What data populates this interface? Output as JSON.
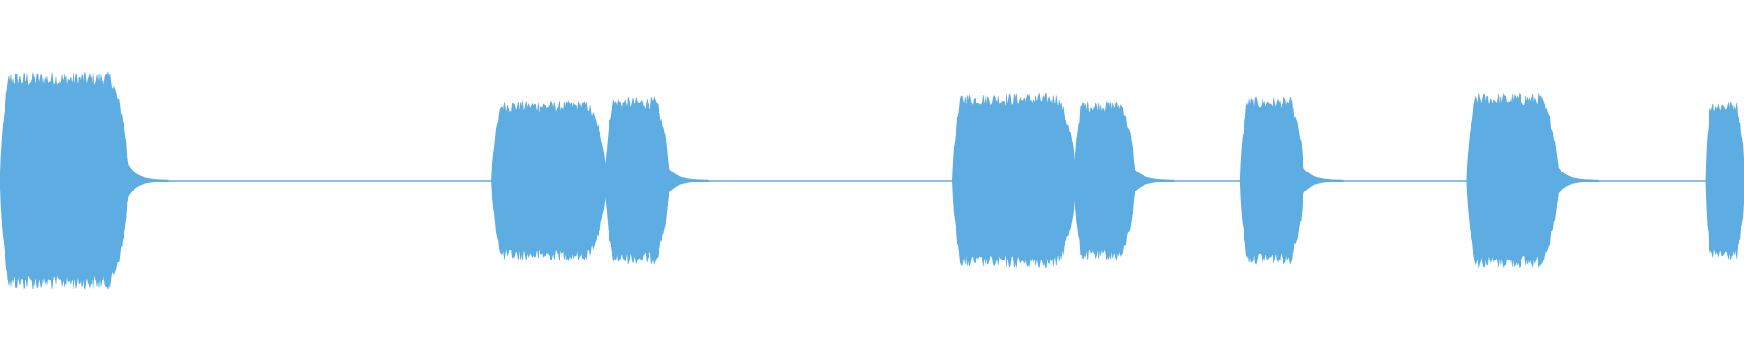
{
  "waveform": {
    "color": "#5dade2",
    "background": "#ffffff",
    "bursts": [
      {
        "start": 0.0,
        "end": 0.073,
        "amplitude": 0.3
      },
      {
        "start": 0.282,
        "end": 0.347,
        "amplitude": 0.22
      },
      {
        "start": 0.347,
        "end": 0.383,
        "amplitude": 0.23
      },
      {
        "start": 0.546,
        "end": 0.616,
        "amplitude": 0.24
      },
      {
        "start": 0.616,
        "end": 0.65,
        "amplitude": 0.22
      },
      {
        "start": 0.711,
        "end": 0.747,
        "amplitude": 0.23
      },
      {
        "start": 0.841,
        "end": 0.893,
        "amplitude": 0.24
      },
      {
        "start": 0.978,
        "end": 1.0,
        "amplitude": 0.22
      }
    ]
  }
}
